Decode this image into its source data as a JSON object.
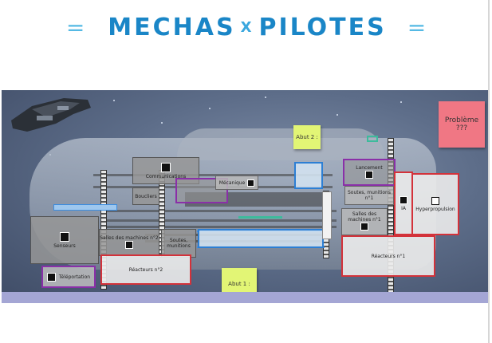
{
  "header": {
    "title_left": "MECHAS",
    "title_mid": "X",
    "title_right": "PILOTES",
    "decor_left": "=",
    "decor_right": "="
  },
  "notes": {
    "about2": "Abut 2 :",
    "about1": "Abut 1 :",
    "probleme": "Problème ???"
  },
  "rooms": {
    "communications": "Communications",
    "boucliers": "Boucliers",
    "mecanique": "Mécanique",
    "senseurs": "Senseurs",
    "salles_machines_2": "Salles des machines n°2",
    "soutes_munitions": "Soutes, munitions",
    "reacteurs_2": "Réacteurs n°2",
    "teleportation": "Téléportation",
    "lancement": "Lancement",
    "soutes_munitions_1": "Soutes, munitions n°1",
    "ia": "IA",
    "hyperpropulsion": "Hyperpropulsion",
    "salles_machines_1": "Salles des machines n°1",
    "reacteurs_1": "Réacteurs n°1"
  },
  "colors": {
    "title_blue": "#1a86c7",
    "room_red_border": "#d3323a",
    "room_purple_border": "#8a2fa8",
    "note_yellow": "#e2f575",
    "note_pink": "#f07784",
    "floor_strip": "#a4a6d4"
  }
}
